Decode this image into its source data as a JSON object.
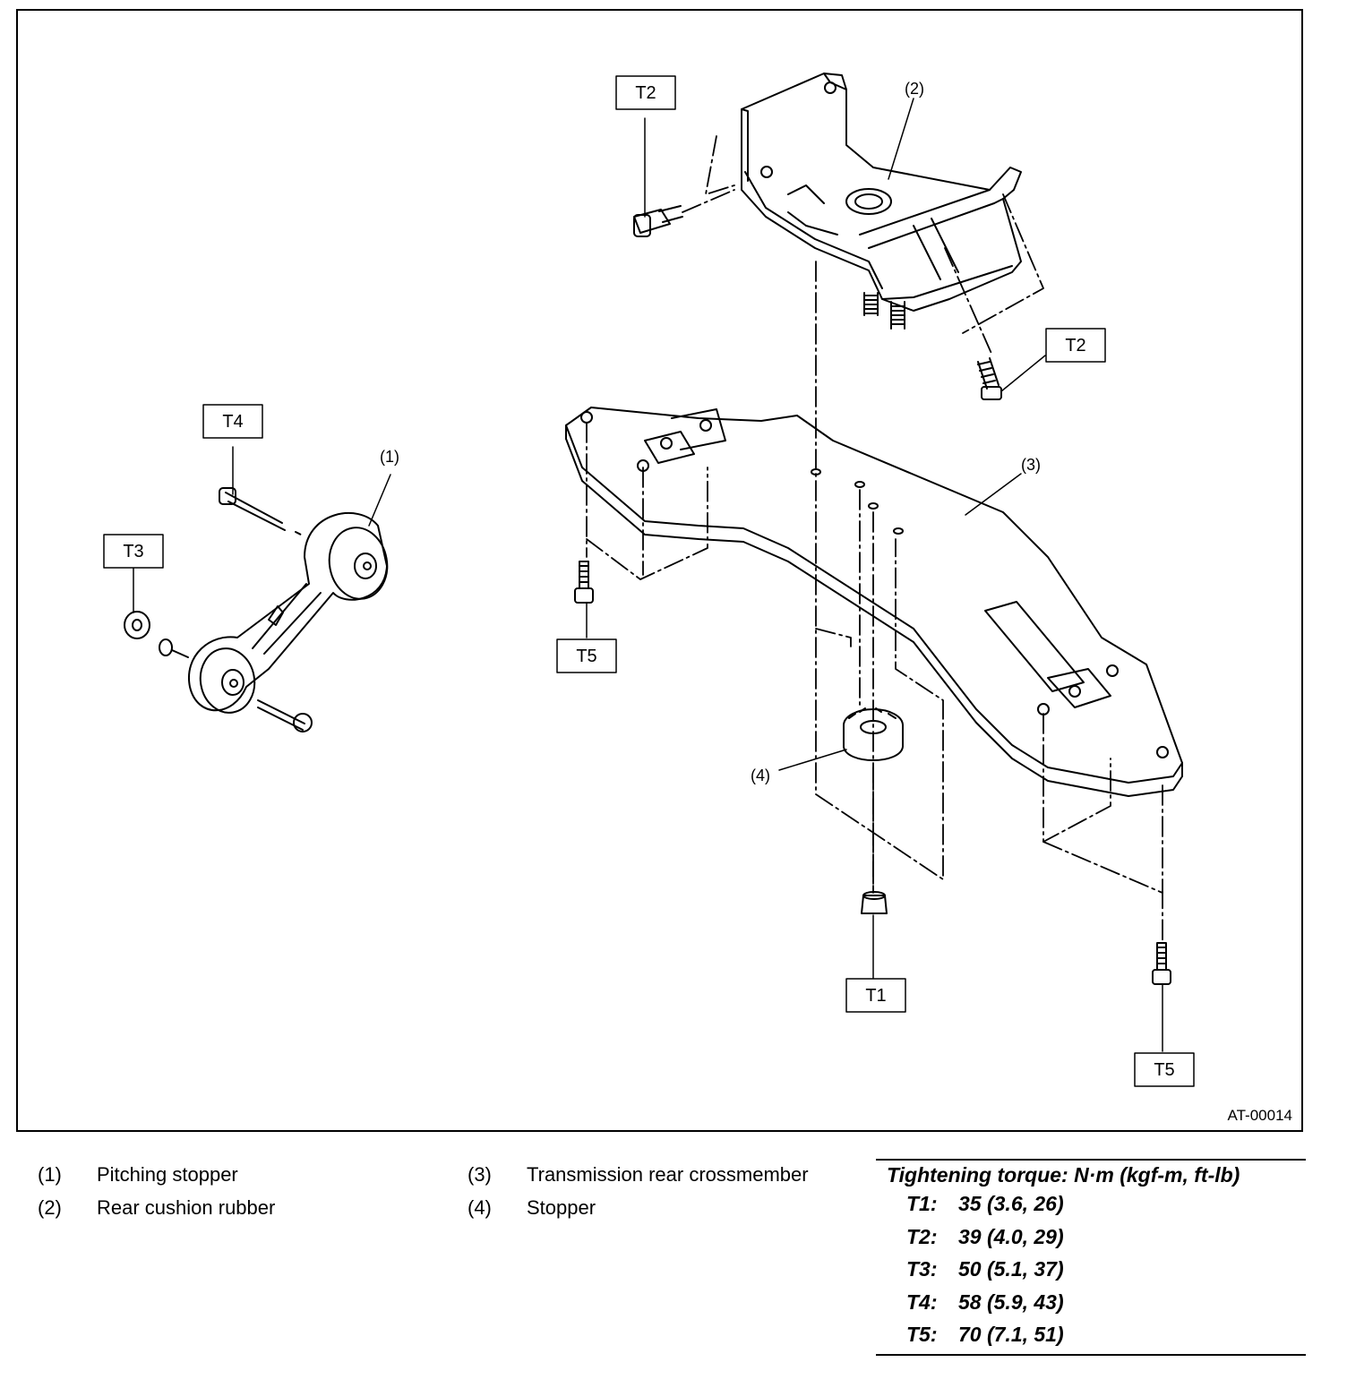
{
  "figure": {
    "id": "AT-00014",
    "callouts": [
      "(1)",
      "(2)",
      "(3)",
      "(4)"
    ],
    "torque_boxes": [
      "T1",
      "T2",
      "T2",
      "T3",
      "T4",
      "T5",
      "T5"
    ]
  },
  "legend": {
    "left": [
      {
        "num": "(1)",
        "label": "Pitching stopper"
      },
      {
        "num": "(2)",
        "label": "Rear cushion rubber"
      }
    ],
    "mid": [
      {
        "num": "(3)",
        "label": "Transmission rear crossmember"
      },
      {
        "num": "(4)",
        "label": "Stopper"
      }
    ]
  },
  "torque": {
    "title": "Tightening torque: N·m (kgf-m, ft-lb)",
    "rows": [
      {
        "key": "T1:",
        "value": "35 (3.6, 26)"
      },
      {
        "key": "T2:",
        "value": "39 (4.0, 29)"
      },
      {
        "key": "T3:",
        "value": "50 (5.1, 37)"
      },
      {
        "key": "T4:",
        "value": "58 (5.9, 43)"
      },
      {
        "key": "T5:",
        "value": "70 (7.1, 51)"
      }
    ]
  }
}
